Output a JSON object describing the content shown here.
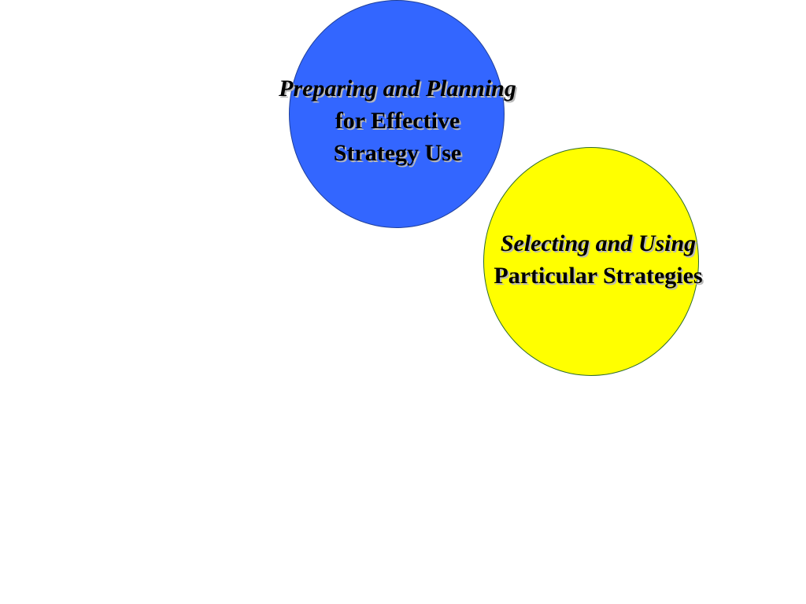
{
  "colors": {
    "background": "#ffffff",
    "circle_one_fill": "#3366ff",
    "circle_two_fill": "#ffff00"
  },
  "circles": [
    {
      "lines": [
        {
          "text": "Preparing and Planning",
          "italic": true
        },
        {
          "text": "for Effective",
          "italic": false
        },
        {
          "text": "Strategy Use",
          "italic": false
        }
      ]
    },
    {
      "lines": [
        {
          "text": "Selecting and Using",
          "italic": true
        },
        {
          "text": "Particular Strategies",
          "italic": false
        }
      ]
    }
  ]
}
